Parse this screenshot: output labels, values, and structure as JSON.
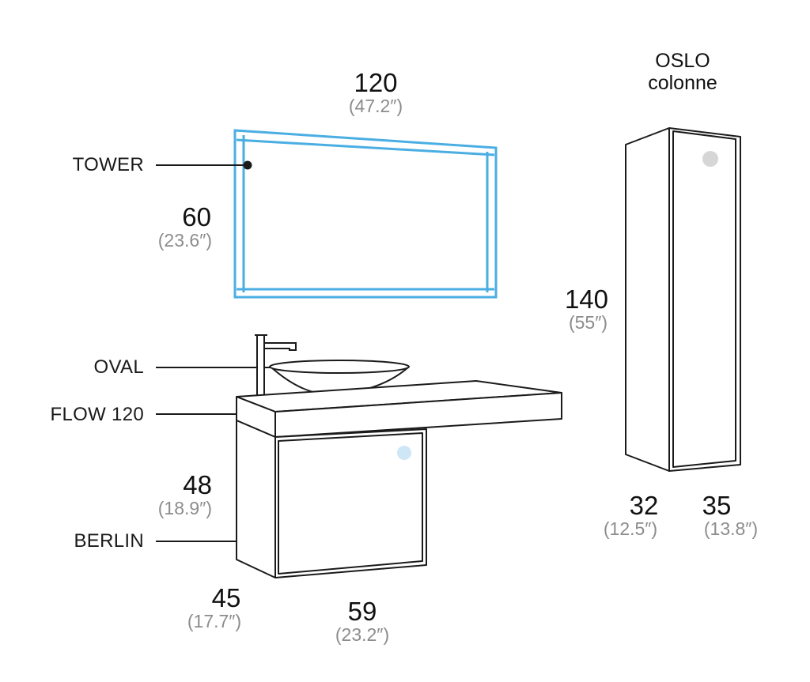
{
  "labels": {
    "tower": "TOWER",
    "oval": "OVAL",
    "flow": "FLOW 120",
    "berlin": "BERLIN"
  },
  "oslo": {
    "line1": "OSLO",
    "line2": "colonne"
  },
  "dimensions": {
    "mirror_width": {
      "cm": "120",
      "inch": "(47.2″)"
    },
    "mirror_height": {
      "cm": "60",
      "inch": "(23.6″)"
    },
    "column_height": {
      "cm": "140",
      "inch": "(55″)"
    },
    "cabinet_height": {
      "cm": "48",
      "inch": "(18.9″)"
    },
    "cabinet_depth": {
      "cm": "45",
      "inch": "(17.7″)"
    },
    "cabinet_width": {
      "cm": "59",
      "inch": "(23.2″)"
    },
    "column_depth": {
      "cm": "32",
      "inch": "(12.5″)"
    },
    "column_width": {
      "cm": "35",
      "inch": "(13.8″)"
    }
  },
  "colors": {
    "mirror_led": "#4aaee3",
    "touch_button_light": "#cfe6f7",
    "touch_button_grey": "#d6d6d6",
    "line": "#1a1a1a",
    "inch_text": "#8c8c8c"
  }
}
